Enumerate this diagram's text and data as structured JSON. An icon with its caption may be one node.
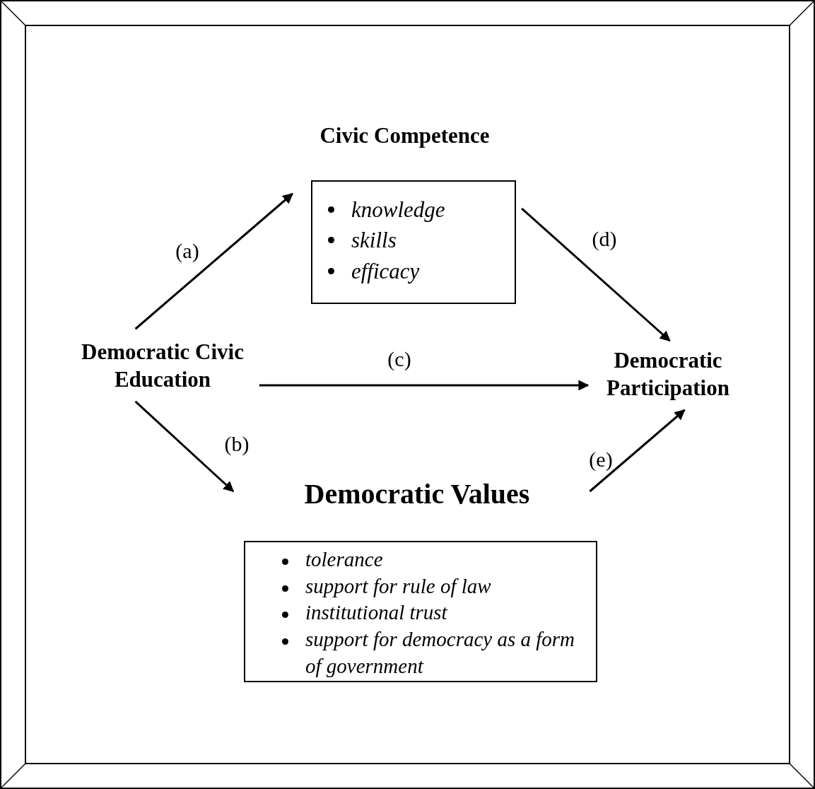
{
  "diagram": {
    "nodes": [
      {
        "text": [
          "Democratic Civic Education"
        ]
      },
      {
        "text": [
          "Civic Competence",
          "knowledge",
          "skills",
          "efficacy"
        ]
      },
      {
        "text": [
          "Democratic Participation"
        ]
      },
      {
        "text": [
          "Democratic Values",
          "tolerance",
          "support for rule of law",
          "institutional trust",
          "support for democracy as a form of government"
        ]
      }
    ],
    "edges": [
      {
        "from": 0,
        "to": 1,
        "arrow": "to",
        "label": "(a)"
      },
      {
        "from": 0,
        "to": 3,
        "arrow": "to",
        "label": "(b)"
      },
      {
        "from": 0,
        "to": 2,
        "arrow": "to",
        "label": "(c)"
      },
      {
        "from": 1,
        "to": 2,
        "arrow": "to",
        "label": "(d)"
      },
      {
        "from": 3,
        "to": 2,
        "arrow": "to",
        "label": "(e)"
      }
    ]
  }
}
